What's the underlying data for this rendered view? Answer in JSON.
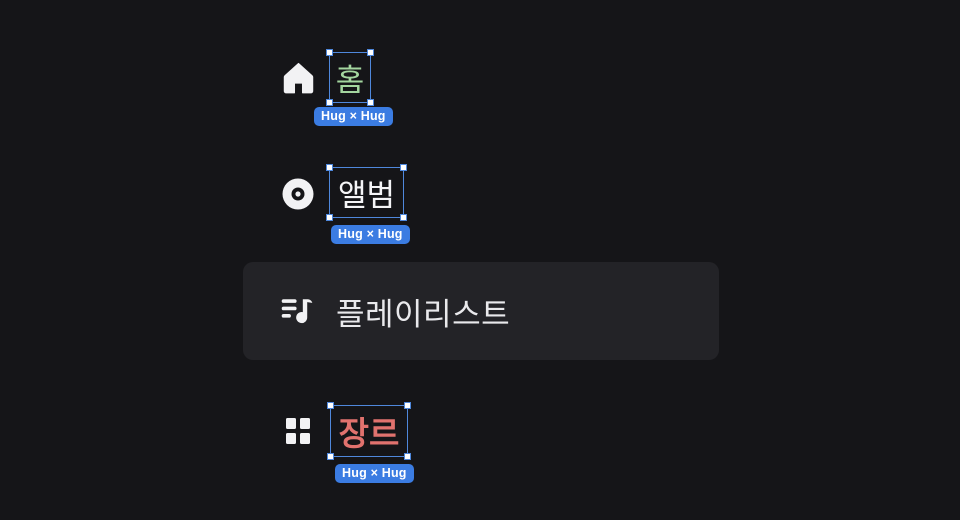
{
  "colors": {
    "background": "#151518",
    "card_background": "#232327",
    "selection_blue": "#4f88dc",
    "badge_background": "#3b7ce2",
    "badge_text": "#ffffff",
    "home_label_color": "#a4d69f",
    "album_label_color": "#f5f5f7",
    "playlist_label_color": "#e9e9ec",
    "genre_label_color": "#e1726e",
    "icon_color": "#f2f2f4"
  },
  "items": [
    {
      "id": "home",
      "label": "홈",
      "icon": "home-icon",
      "selected": true,
      "badge": "Hug × Hug"
    },
    {
      "id": "album",
      "label": "앨범",
      "icon": "disc-icon",
      "selected": true,
      "badge": "Hug × Hug"
    },
    {
      "id": "playlist",
      "label": "플레이리스트",
      "icon": "playlist-icon",
      "selected": false,
      "badge": ""
    },
    {
      "id": "genre",
      "label": "장르",
      "icon": "grid-icon",
      "selected": true,
      "badge": "Hug × Hug"
    }
  ]
}
